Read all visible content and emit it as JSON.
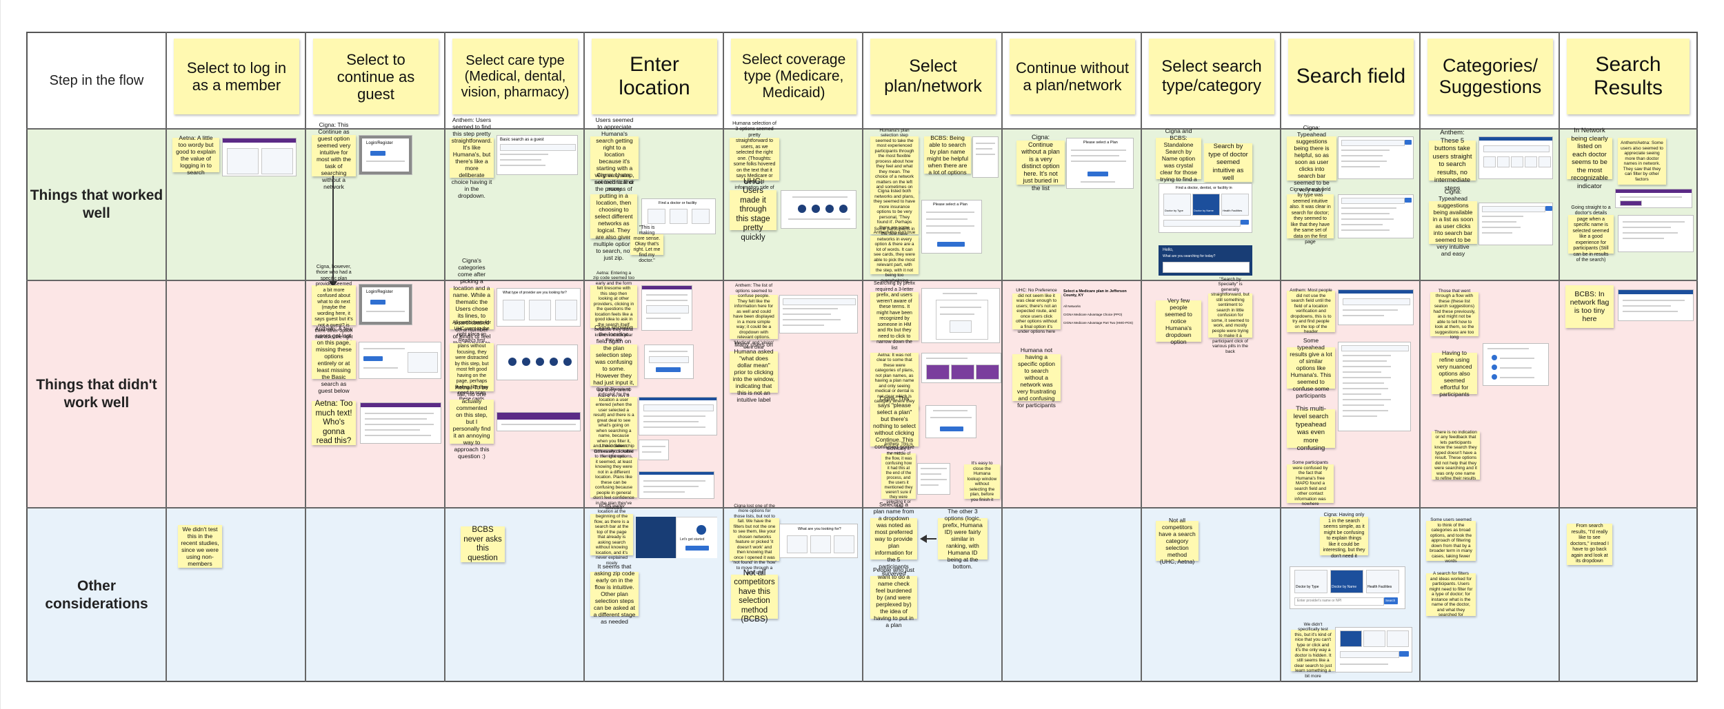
{
  "header": {
    "flow_label": "Step in the flow",
    "columns": [
      "Select to log in as a member",
      "Select to continue as guest",
      "Select care type (Medical, dental, vision, pharmacy)",
      "Enter location",
      "Select coverage type (Medicare, Medicaid)",
      "Select plan/network",
      "Continue without a plan/network",
      "Select search type/category",
      "Search field",
      "Categories/ Suggestions",
      "Search Results"
    ]
  },
  "rows": {
    "worked": "Things that worked well",
    "didnt": "Things that didn't work well",
    "other": "Other considerations"
  },
  "notes": {
    "c1_worked": "Aetna: A little too wordy but good to explain the value of logging in to search",
    "c1_other": "We didn't test this in the recent studies, since we were using non-members",
    "c2_worked": "Cigna: This Continue as guest option seemed very intuitive for most with the task of searching without a network",
    "c2_didnt_a": "Cigna, however, those who had a specific plan provider seemed a bit more confused about what to do next (maybe the wording here, it says guest but it's not a guest? is there other option that asks the right way to proceed?)",
    "c2_didnt_b": "Anthem: A few users got lost on this page, missing these options entirely or at least missing the Basic search as guest below",
    "c2_didnt_c": "Aetna: Too much text! Who's gonna read this?",
    "c3_worked": "Anthem: Users seemed to find this step pretty straightforward. It's like Humana's, but there's like a more deliberate choice having it in the dropdown.",
    "c3_didnt_a": "Cigna's categories come after picking a location and a name. While a thematic the Users chose its lines, to search based on a number of kinds of feel like it's hard to be good and organic.",
    "c3_didnt_b": "All participants for UHC went to the right place on Ready's first plans without focusing, they were distracted by this step, but most felt good having on the page, perhaps feeling like they need to scan these cards before picking the right one",
    "c3_didnt_c": "Aetna: To be fair, no one actually commented on this step, but I personally find it an annoying way to approach this question :)",
    "c3_other": "BCBS never asks this question",
    "c4_worked_a": "Users seemed to appreciate Humana's search getting right to a location because it's starting with a very easy step, not technical or many components",
    "c4_worked_b": "Cigna: Users seemed to find the process of putting in a location, then choosing to select different networks as logical. They are also given multiple options to search, not just zip.",
    "c4_worked_c": "\"This is making more sense. Okay that's right. Let me find my doctor.\"",
    "c4_didnt_a": "Aetna: Entering a zip code seemed too early and the form felt tiresome with this step then looking at other providers, clicking in the questions the location feels like a good idea to ask in the search itself because they didn't know in which year they are",
    "c4_didnt_b": "Cigna showing the location field again on the plan selection step was confusing to some. However they had just input it, so they went back to do it again",
    "c4_didnt_c": "Cigna: There's no indicator for the location a user entered (when the user selected a result) and there is a great deal to see what's going on when searching a name, because when you filter it, and the location chip isn't easily clickable for changes",
    "c4_didnt_d": "United Select: Others who scrolled to the right options, it seemed, at least knowing they were not in a different location. Plans like these can be confusing because people in general don't feel confidence in the plan they've selected",
    "c4_other_a": "BCBS wants location at the beginning of the flow, as there is a search bar at the top of the page that already is asking search without knowing location, and it's never explained nicely",
    "c4_other_b": "It seems that asking zip code early on in the flow is intuitive. Other plan selection steps can be asked at a different stage as needed",
    "c5_worked_a": "Humana selection of 3 options seemed pretty straightforward to users, as we selected the right one. (Thoughts: some folks hovered on the text that it says Medicare or Medicaid information side of wording)",
    "c5_worked_b": "UHC: Users made it through this stage pretty quickly",
    "c5_didnt_a": "Anthem: The list of options seemed to confuse people. They felt like the information here for as well and could have been displayed in a more simple way; it could be a dropdown with relevant options. 'Medical' and 'vision' were clear",
    "c5_didnt_b": "Many users on Humana asked \"what does dollar mean\" prior to clicking into the window, indicating that this is not an intuitive label",
    "c5_other_a": "Cigna lost one of the more options for those lists, but not to fall. We have the filters but not the one to see them, like your chosen networks feature or picked 'it doesn't work' and then knowing that once I opened it was 'not found' in the 'how' to move through a year of it",
    "c5_other_b": "Not all competitors have this selection method (BCBS)",
    "c6_worked_a": "Humana's plan selection step seemed to take the most experienced participants through the most flexible process about how they feel and what they mean. The choice of a network matters on the left and sometimes on the right side of the flow",
    "c6_worked_b": "BCBS: Being able to search by plan name might be helpful when there are a lot of options",
    "c6_worked_c": "Cigna listed both networks and plans, they seemed to have more insurance options to be very personal, 'They found it'. Perhaps there are some Anthem this isn't true",
    "c6_worked_d": "Some participants in the flow have networks in every option & there are a lot of words. It can see cards, they were able to pick the most relevant part, with the step, with it not being too overwhelming",
    "c6_didnt_a": "Searching by prefix required a 3-letter prefix, and users weren't aware of these terms. It might have been recognized by someone in HM and Rx but they need to click to narrow down the list",
    "c6_didnt_b": "Aetna: It was not clear to some that these were categories of plans, not plan names, as having a plan name and only seeing medical or dental is not clear which is category where they fit",
    "c6_didnt_c": "Cigna: This says \"please select a plan\" but there's nothing to select without clicking Continue. This confused some users",
    "c6_didnt_d": "Anthem: This is technically in the middle of the flow, it was confusing how it had this at the end of the process, and the users it mentioned they weren't sure if they were selecting it or not",
    "c6_didnt_e": "It's easy to close the Humana lookup window without selecting the plan, before you finish it",
    "c6_other_a": "Selecting a plan name from a dropdown was noted as most preferred way to provide plan information for the 5 participants surveyed",
    "c6_other_b": "The other 3 options (logic, prefix, Humana ID) were fairly similar in ranking, with Humana ID being at the bottom.",
    "c6_other_c": "People who just want to do a name check feel burdened by (and were perplexed by) the idea of having to put in a plan",
    "c7_worked": "Cigna: Continue without a plan is a very distinct option here. It's not just buried in the list",
    "c7_didnt_a": "UHC: No Preference did not seem like it was clear enough to users; there's not an expected route, and once users click other options without a final option it's under options here",
    "c7_didnt_b": "Humana not having a specific option to search without a network was very frustrating and confusing for participants",
    "c8_worked_a": "Cigna and BCBS: Standalone Search by Name option was crystal clear for those trying to find a specific doctor",
    "c8_worked_b": "Search by type of doctor seemed intuitive as well",
    "c8_didnt_a": "Very few people seemed to notice Humana's dropdown option",
    "c8_didnt_b": "\"Search by Specialty\" is generally straightforward, but still something sentiment to search in little confusion for some, it seemed to work, and mostly people were trying to make it a participant click of various pills in the back",
    "c8_other": "Not all competitors have a search category selection method (UHC, Aetna)",
    "c9_worked_a": "Cigna: Typeahead suggestions being there is helpful, so as soon as user clicks into search bar seemed to be very easy",
    "c9_worked_b": "Cigna: Search field by type was seemed intuitive also. It was clear in search for doctor; they seemed to like that they have the same set of data on the first page",
    "c9_didnt_a": "Anthem: Most people did not use the search field until the field of a location verification and dropdowns, this is to try and find people on the top of the header",
    "c9_didnt_b": "Some typeahead results give a lot of similar options like Humana's. This seemed to confuse some participants",
    "c9_didnt_c": "This multi-level search typeahead was even more confusing",
    "c9_didnt_d": "Some participants were confused by the fact that Humana's free MAPD found a search field and other contact information was nowhere",
    "c9_other_a": "Cigna: Having only 1 in the search seems simple, as it might be confusing to explain things like it could be interesting, but they don't need it",
    "c9_other_b": "We didn't specifically test this, but it's kind of nice that you can't type or click and it's the only way a doctor is hidden. It still seems like a clear search to just learn something a bit more",
    "c10_worked_a": "Anthem: These 5 buttons take users straight to search results, no intermediate steps",
    "c10_worked_b": "Cigna: Typeahead suggestions being available in a list as soon as user clicks into search bar seemed to be very intuitive and easy",
    "c10_didnt_a": "Those that went through a flow with these (these list search suggestions) had these previously, and might not be able to tell how to look at them, so the suggestions are too long",
    "c10_didnt_b": "Having to refine using very nuanced options also seemed effortful for participants",
    "c10_didnt_c": "There is no indication or any feedback that lets participants know the search they typed doesn't have a result. These options did not help that they were searching and it was only one name to refine their results",
    "c10_other_a": "Some users seemed to think of the categories as broad options, and took the approach of filtering down from that by a broader term in many cases, taking fewer words",
    "c10_other_b": "A search for filters and ideas worked for participants. Users might need to filter for a type of doctor; for instance what is the name of the doctor, and what they searched for",
    "c11_worked_a": "In Network being clearly listed on each doctor seems to be the most recognizable indicator",
    "c11_worked_b": "Anthem/Aetna: Some users also seemed to appreciate seeing more than doctor names in network. They saw that they can filter by other factors",
    "c11_worked_c": "Going straight to a doctor's details page when a specific name is selected seemed like a good experience for participants (Still can be in results of the search)",
    "c11_didnt_a": "BCBS: In network flag is too tiny here",
    "c11_other": "From search results, \"I'd really like to see doctors,\" instead I have to go back again and look at its dropdown"
  },
  "screens": {
    "c4_worked_title": "Find a doctor or facility",
    "c6_worked_title": "Please select a Plan",
    "c7_worked_title": "Please select a Plan",
    "c7_didnt_title": "Select a Medicare plan in Jefferson County, KY",
    "c7_didnt_opt1": "All Networks",
    "c7_didnt_opt2": "CIGNA Medicare Advantage Choice (PPO)",
    "c7_didnt_opt3": "CIGNA Medicare Advantage Part Two (HMO-POS)",
    "c8_worked_title": "Find a doctor, dentist, or facility in",
    "c8_worked_tab1": "Doctor by Type",
    "c8_worked_tab2": "Doctor by Name",
    "c8_worked_tab3": "Health Facilities",
    "c8_worked_panel_title": "Hello,",
    "c8_worked_panel_sub": "What are you searching for today?",
    "c9_other_tab1": "Doctor by Type",
    "c9_other_tab2": "Doctor by Name",
    "c9_other_tab3": "Health Facilities",
    "c9_other_search": "Enter provider's name or NPI",
    "c9_other_go": "Search",
    "c4_other_panel_title": "Let's get started",
    "c5_other_title": "What are you looking for?",
    "c3_worked_title": "Basic search as a guest",
    "c2_worked_title": "Login/Register",
    "c2_didnt_title": "Login/Register",
    "c3_didnt_title": "What type of provider are you looking for?"
  },
  "colors": {
    "sticky": "#fff9b1",
    "worked_band": "#e7f3dc",
    "didnt_band": "#fce6e6",
    "other_band": "#e8f2fa",
    "grid_line": "#666666"
  }
}
